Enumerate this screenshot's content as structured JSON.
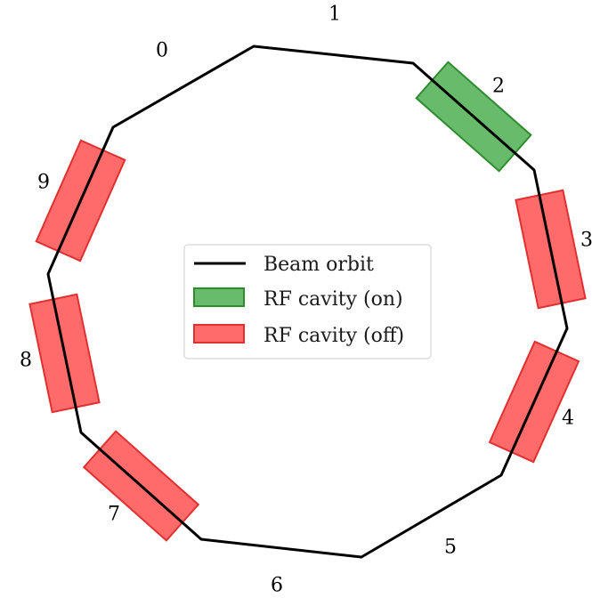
{
  "colors": {
    "orbit": "#000000",
    "cavity_on_fill": "#4caf50",
    "cavity_on_edge": "#2e8b2e",
    "cavity_off_fill": "#ff4b4b",
    "cavity_off_edge": "#e03030",
    "legend_border": "#cccccc"
  },
  "segments": [
    {
      "label": "0",
      "cavity": "none"
    },
    {
      "label": "1",
      "cavity": "none"
    },
    {
      "label": "2",
      "cavity": "on"
    },
    {
      "label": "3",
      "cavity": "off"
    },
    {
      "label": "4",
      "cavity": "off"
    },
    {
      "label": "5",
      "cavity": "none"
    },
    {
      "label": "6",
      "cavity": "none"
    },
    {
      "label": "7",
      "cavity": "off"
    },
    {
      "label": "8",
      "cavity": "off"
    },
    {
      "label": "9",
      "cavity": "off"
    }
  ],
  "legend": {
    "orbit": "Beam orbit",
    "cavity_on": "RF cavity (on)",
    "cavity_off": "RF cavity (off)"
  }
}
